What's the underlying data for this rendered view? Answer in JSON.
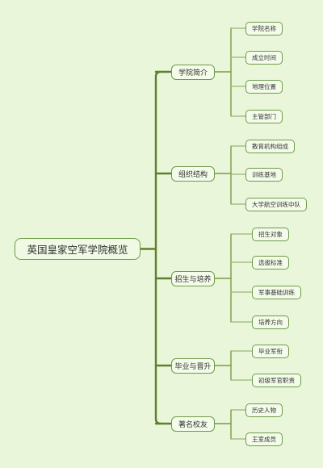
{
  "colors": {
    "background": "#e9f6da",
    "trunk": "#5f7f2c",
    "branch": "#7a9a45",
    "leaf_line": "#9ab675",
    "node_border": "#6f9a4c",
    "node_fill": "#f3fbe9"
  },
  "mindmap": {
    "root": "英国皇家空军学院概览",
    "branches": [
      {
        "label": "学院简介",
        "children": [
          "学院名称",
          "成立时间",
          "地理位置",
          "主管部门"
        ]
      },
      {
        "label": "组织结构",
        "children": [
          "教育机构组成",
          "训练基地",
          "大学航空训练中队"
        ]
      },
      {
        "label": "招生与培养",
        "children": [
          "招生对象",
          "选拔标准",
          "军事基础训练",
          "培养方向"
        ]
      },
      {
        "label": "毕业与晋升",
        "children": [
          "毕业军衔",
          "初级军官职责"
        ]
      },
      {
        "label": "著名校友",
        "children": [
          "历史人物",
          "王室成员"
        ]
      }
    ]
  }
}
